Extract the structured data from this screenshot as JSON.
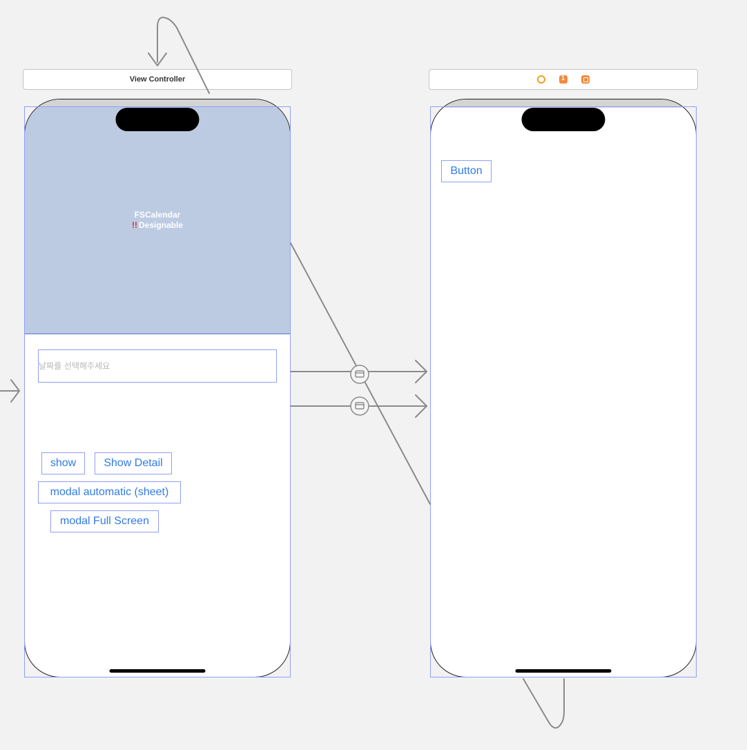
{
  "scenes": {
    "view_controller": {
      "title": "View Controller",
      "calendar": {
        "name": "FSCalendar",
        "warning_mark": "!!",
        "status": "Designable"
      },
      "date_field": {
        "placeholder": "날짜를 선택해주세요"
      },
      "buttons": {
        "show": "show",
        "show_detail": "Show Detail",
        "modal_sheet": "modal automatic (sheet)",
        "modal_full": "modal Full Screen"
      }
    },
    "destination": {
      "bar_icons": [
        "view-controller-icon",
        "first-responder-icon",
        "exit-icon"
      ],
      "button_label": "Button"
    }
  },
  "segues": [
    {
      "from": "show",
      "kind": "show-segue"
    },
    {
      "from": "show_detail",
      "kind": "show-detail-segue"
    }
  ],
  "colors": {
    "canvas": "#f2f2f2",
    "selection": "#8f9ef5",
    "button_text": "#2f7be6",
    "calendar_bg": "#bccbe2",
    "segue_line": "#8a8a8a",
    "warning": "#d6303a"
  }
}
